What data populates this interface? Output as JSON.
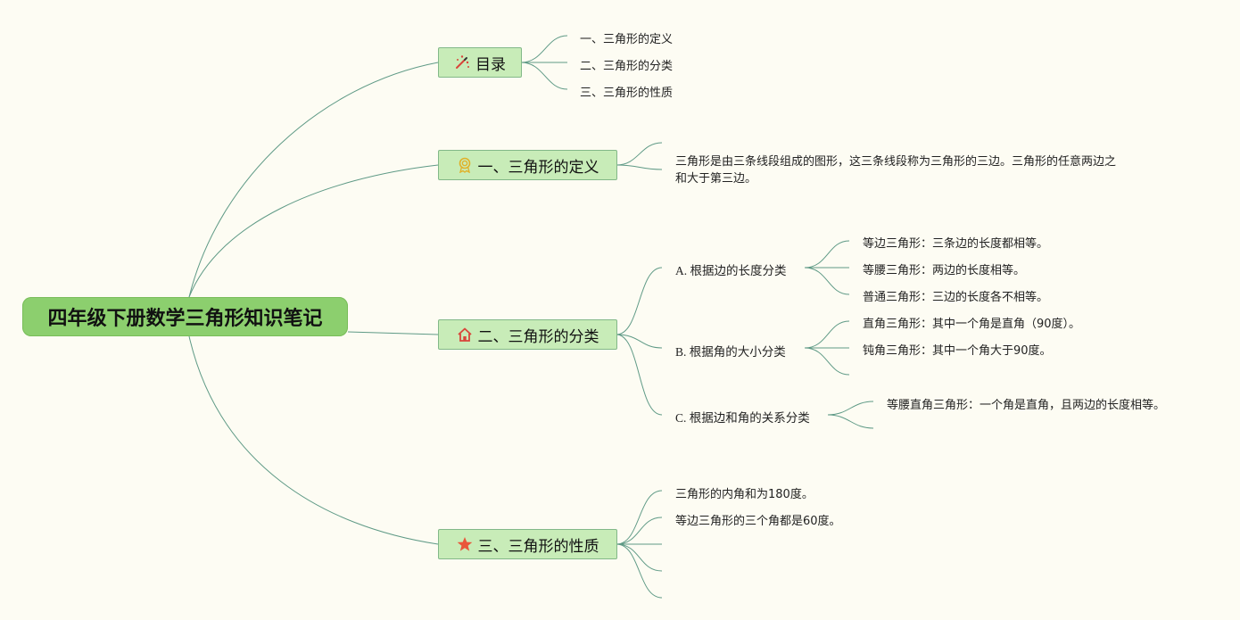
{
  "root": {
    "title": "四年级下册数学三角形知识笔记"
  },
  "branches": {
    "toc": {
      "label": "目录",
      "icon": "magic-wand-icon",
      "items": [
        "一、三角形的定义",
        "二、三角形的分类",
        "三、三角形的性质"
      ]
    },
    "definition": {
      "label": "一、三角形的定义",
      "icon": "award-badge-icon",
      "text": "三角形是由三条线段组成的图形，这三条线段称为三角形的三边。三角形的任意两边之和大于第三边。"
    },
    "classification": {
      "label": "二、三角形的分类",
      "icon": "house-icon",
      "groups": [
        {
          "label": "A. 根据边的长度分类",
          "items": [
            "等边三角形：三条边的长度都相等。",
            "等腰三角形：两边的长度相等。",
            "普通三角形：三边的长度各不相等。"
          ]
        },
        {
          "label": "B. 根据角的大小分类",
          "items": [
            "直角三角形：其中一个角是直角（90度）。",
            "钝角三角形：其中一个角大于90度。"
          ]
        },
        {
          "label": "C. 根据边和角的关系分类",
          "items": [
            "等腰直角三角形：一个角是直角，且两边的长度相等。"
          ]
        }
      ]
    },
    "properties": {
      "label": "三、三角形的性质",
      "icon": "star-icon",
      "items": [
        "三角形的内角和为180度。",
        "等边三角形的三个角都是60度。"
      ]
    }
  },
  "colors": {
    "background": "#fdfcf3",
    "root_fill": "#8ccf6e",
    "branch_fill": "#c8ecb8",
    "branch_border": "#82b888",
    "connector": "#5f9a86"
  }
}
